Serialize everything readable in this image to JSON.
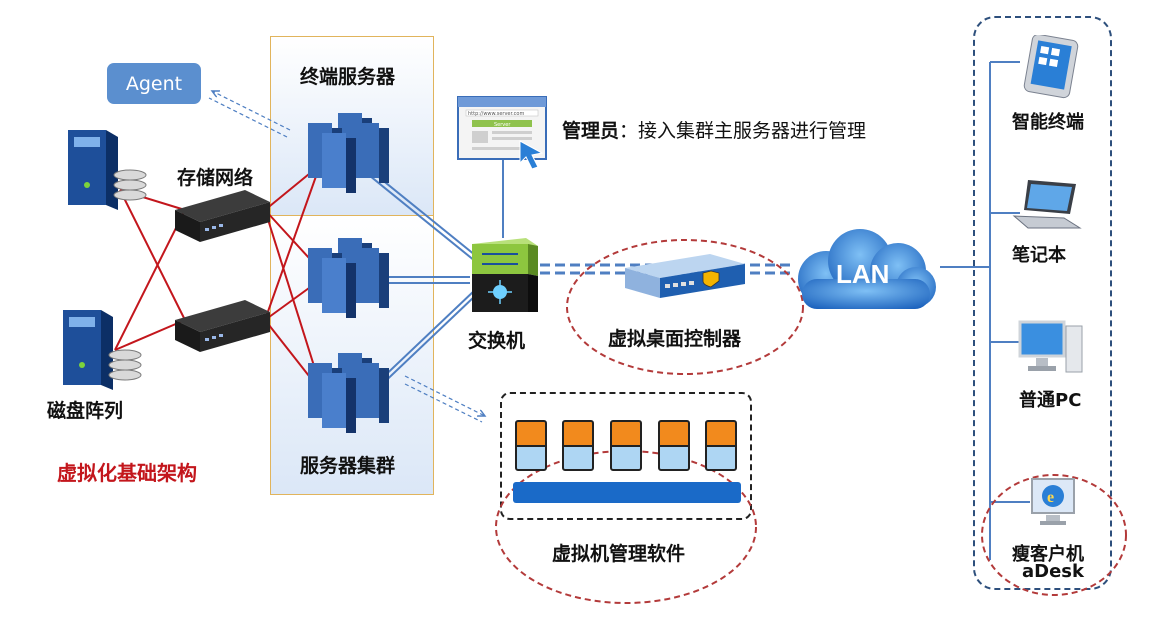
{
  "diagram": {
    "title": "虚拟化基础架构",
    "agent": "Agent",
    "terminal_servers": "终端服务器",
    "server_cluster": "服务器集群",
    "storage_network": "存储网络",
    "disk_array": "磁盘阵列",
    "switch": "交换机",
    "admin_label": "管理员",
    "admin_desc": "：接入集群主服务器进行管理",
    "browser_url": "http://www.server.com",
    "browser_tab": "Server",
    "vd_controller": "虚拟桌面控制器",
    "lan": "LAN",
    "vm_software": "虚拟机管理软件",
    "clients": [
      "智能终端",
      "笔记本",
      "普通PC",
      "瘦客户机",
      "aDesk"
    ]
  },
  "colors": {
    "title_red": "#c3161c",
    "link_red": "#c3161c",
    "link_blue": "#4f7fc2",
    "vm_orange": "#f28a1d",
    "vm_blue": "#aed6f3",
    "vm_bar": "#1a6ac8",
    "switch_green": "#8dc63f",
    "lan_blue": "#2f7fd0"
  },
  "icons": [
    "server-tower-icon",
    "disk-stack-icon",
    "network-storage-icon",
    "server-rack-icon",
    "switch-icon",
    "browser-window-icon",
    "mouse-cursor-icon",
    "controller-appliance-icon",
    "cloud-icon",
    "tablet-icon",
    "laptop-icon",
    "desktop-pc-icon",
    "thin-client-icon"
  ]
}
